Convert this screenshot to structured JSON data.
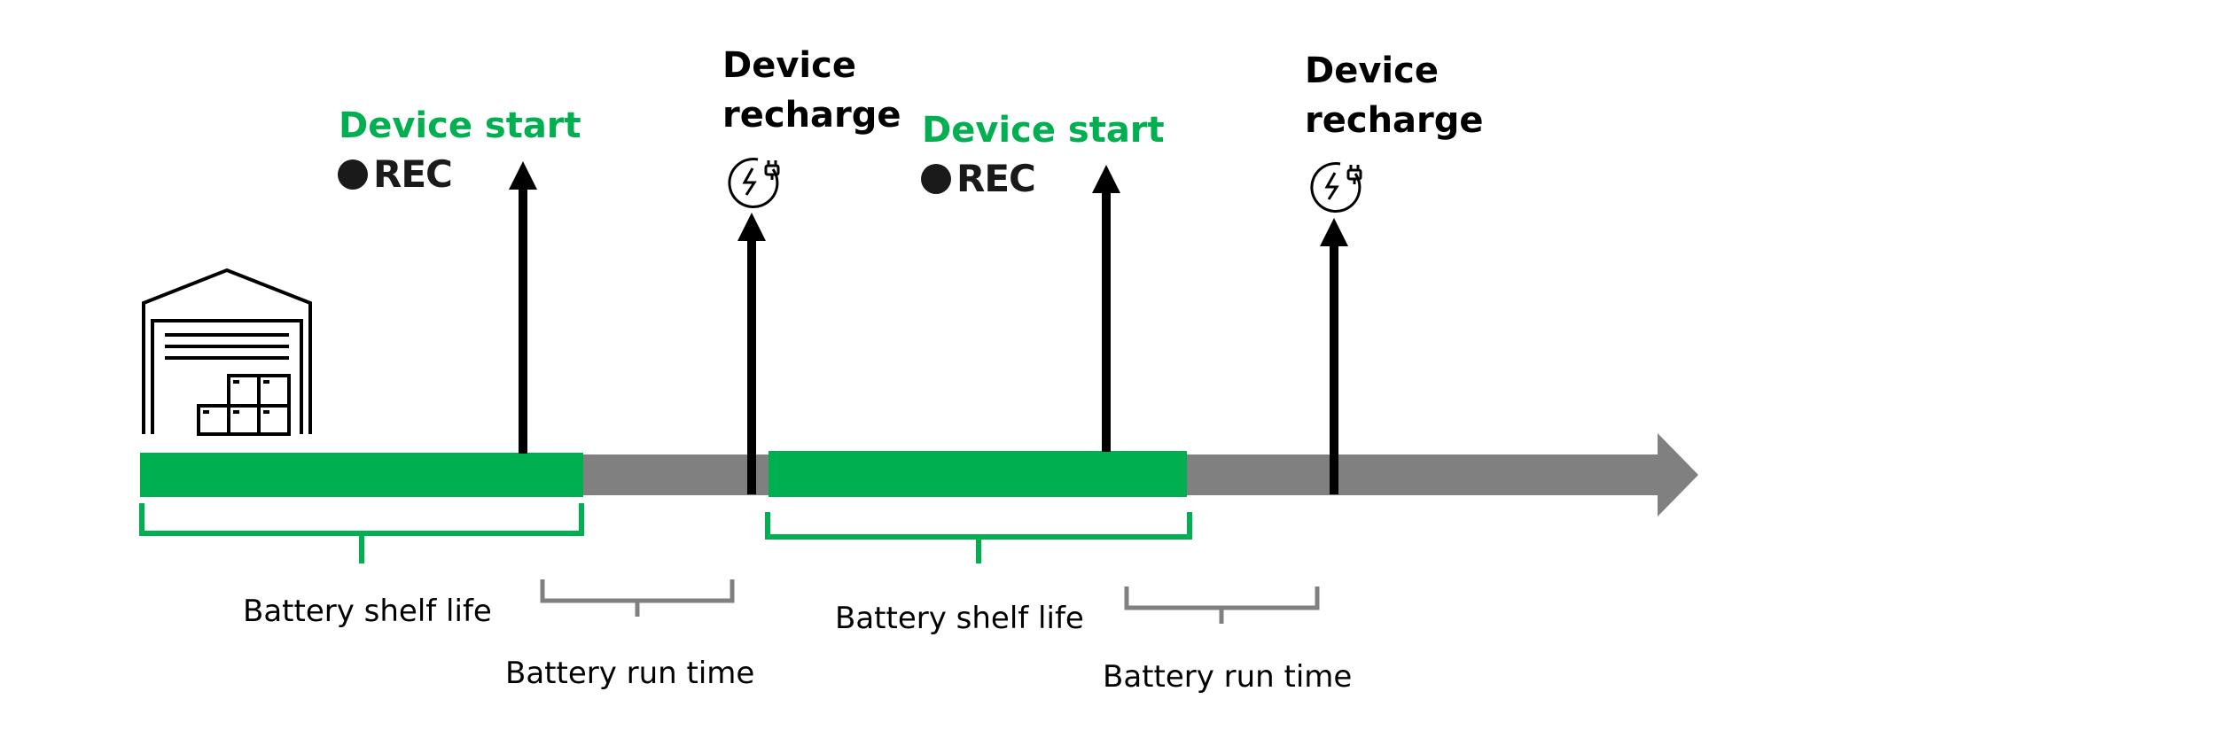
{
  "events": [
    {
      "title": "Device start",
      "badge": "REC"
    },
    {
      "title_line1": "Device",
      "title_line2": "recharge"
    },
    {
      "title": "Device start",
      "badge": "REC"
    },
    {
      "title_line1": "Device",
      "title_line2": "recharge"
    }
  ],
  "labels": {
    "shelf_life_1": "Battery shelf life",
    "run_time_1": "Battery run time",
    "shelf_life_2": "Battery shelf life",
    "run_time_2": "Battery run time"
  },
  "icons": {
    "warehouse": "warehouse-icon",
    "recharge": "battery-charge-plug-icon",
    "record": "record-dot-icon"
  },
  "colors": {
    "shelf_life": "#00b050",
    "run_time": "#808080",
    "arrows": "#000000"
  }
}
